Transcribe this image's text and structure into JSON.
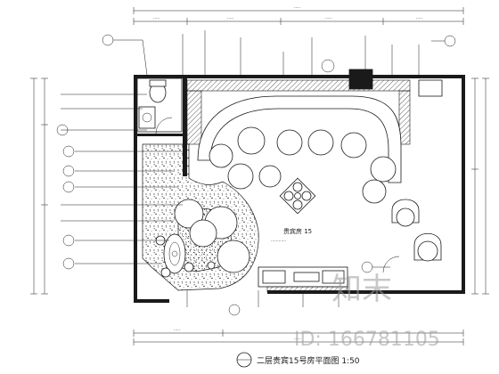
{
  "drawing": {
    "title": "二层贵宾15号房平面图 1:50",
    "room_label": "贵宾房 15"
  },
  "watermark": {
    "brand": "知末",
    "id_text": "ID: 166781105"
  }
}
